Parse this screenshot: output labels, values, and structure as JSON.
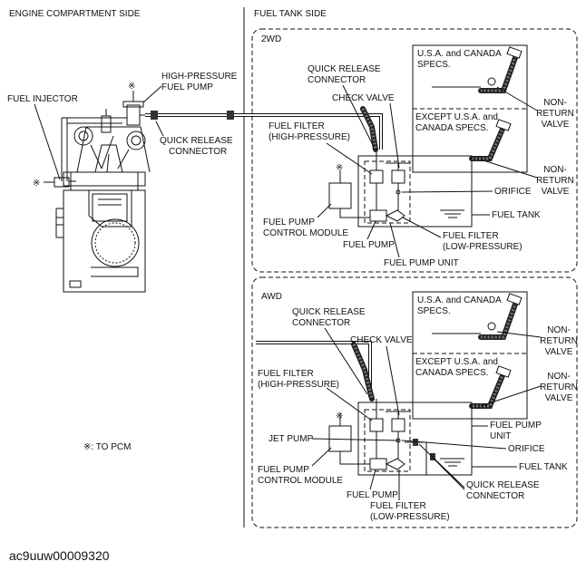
{
  "headers": {
    "engine_side": "ENGINE COMPARTMENT SIDE",
    "fuel_tank_side": "FUEL TANK SIDE"
  },
  "engine_labels": {
    "fuel_injector": "FUEL INJECTOR",
    "high_pressure_pump_1": "HIGH-PRESSURE",
    "high_pressure_pump_2": "FUEL PUMP",
    "quick_release_1": "QUICK RELEASE",
    "quick_release_2": "CONNECTOR",
    "asterisk": "※"
  },
  "legend": {
    "to_pcm": "※: TO PCM"
  },
  "panel_2wd": {
    "title": "2WD",
    "quick_release_1": "QUICK RELEASE",
    "quick_release_2": "CONNECTOR",
    "check_valve": "CHECK VALVE",
    "filter_hp_1": "FUEL FILTER",
    "filter_hp_2": "(HIGH-PRESSURE)",
    "pump_ctrl_1": "FUEL PUMP",
    "pump_ctrl_2": "CONTROL MODULE",
    "fuel_pump": "FUEL PUMP",
    "filter_lp_1": "FUEL FILTER",
    "filter_lp_2": "(LOW-PRESSURE)",
    "fuel_pump_unit": "FUEL PUMP UNIT",
    "orifice": "ORIFICE",
    "fuel_tank": "FUEL TANK",
    "inset_usa_1": "U.S.A. and CANADA",
    "inset_usa_2": "SPECS.",
    "inset_except_1": "EXCEPT U.S.A. and",
    "inset_except_2": "CANADA SPECS.",
    "nrv_a_1": "NON-",
    "nrv_a_2": "RETURN",
    "nrv_a_3": "VALVE",
    "nrv_b_1": "NON-",
    "nrv_b_2": "RETURN",
    "nrv_b_3": "VALVE",
    "asterisk": "※"
  },
  "panel_awd": {
    "title": "AWD",
    "quick_release_1": "QUICK RELEASE",
    "quick_release_2": "CONNECTOR",
    "check_valve": "CHECK VALVE",
    "filter_hp_1": "FUEL FILTER",
    "filter_hp_2": "(HIGH-PRESSURE)",
    "jet_pump": "JET PUMP",
    "pump_ctrl_1": "FUEL PUMP",
    "pump_ctrl_2": "CONTROL MODULE",
    "fuel_pump": "FUEL PUMP",
    "filter_lp_1": "FUEL FILTER",
    "filter_lp_2": "(LOW-PRESSURE)",
    "fuel_pump_unit_1": "FUEL PUMP",
    "fuel_pump_unit_2": "UNIT",
    "orifice": "ORIFICE",
    "fuel_tank": "FUEL TANK",
    "quick_release_b_1": "QUICK RELEASE",
    "quick_release_b_2": "CONNECTOR",
    "inset_usa_1": "U.S.A. and CANADA",
    "inset_usa_2": "SPECS.",
    "inset_except_1": "EXCEPT U.S.A. and",
    "inset_except_2": "CANADA SPECS.",
    "nrv_a_1": "NON-",
    "nrv_a_2": "RETURN",
    "nrv_a_3": "VALVE",
    "nrv_b_1": "NON-",
    "nrv_b_2": "RETURN",
    "nrv_b_3": "VALVE",
    "asterisk": "※"
  },
  "figure_code": "ac9uuw00009320"
}
